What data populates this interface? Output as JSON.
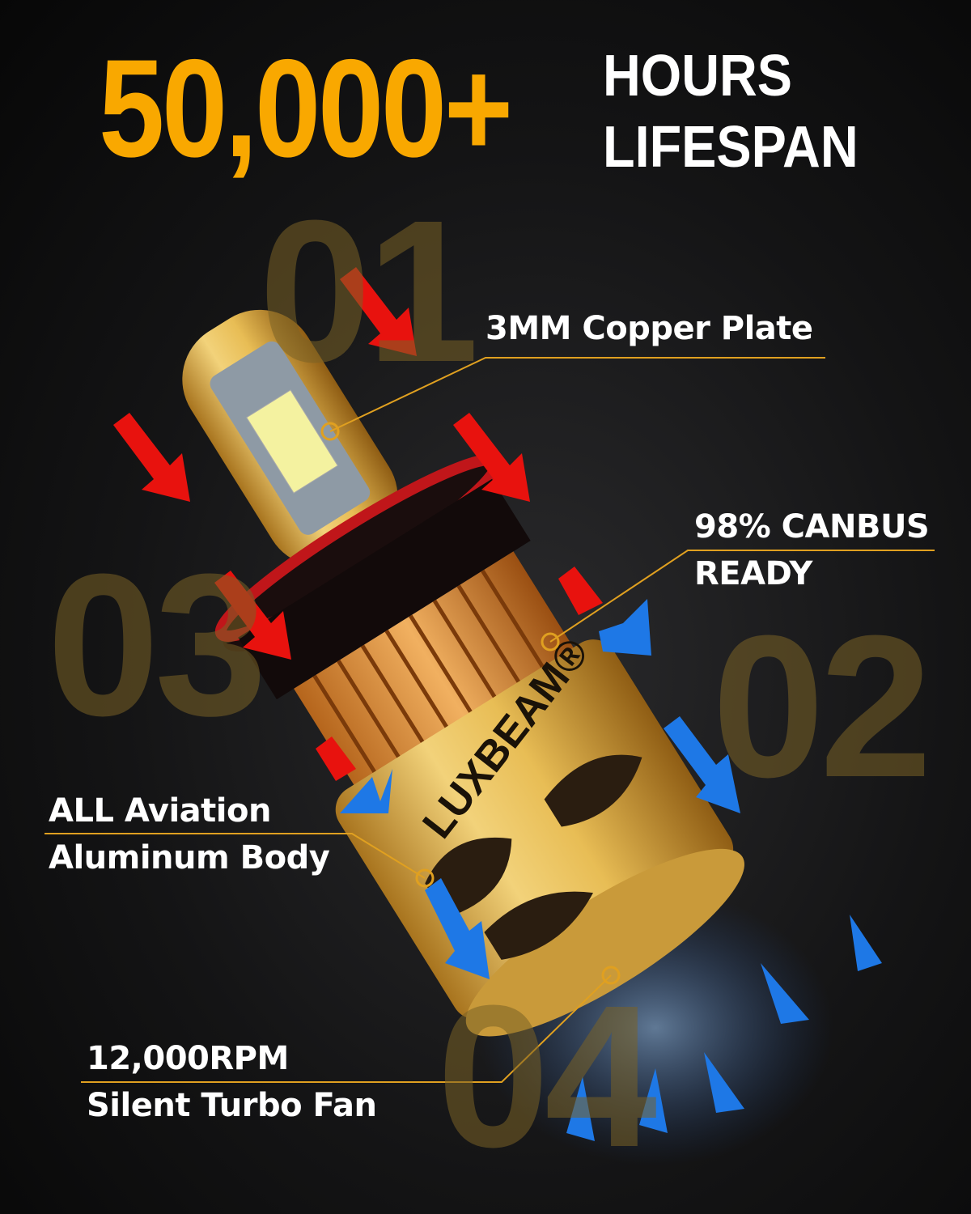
{
  "headline": {
    "number": "50,000+",
    "line1": "HOURS",
    "line2": "LIFESPAN"
  },
  "features": [
    {
      "index": "01",
      "lines": [
        "3MM Copper Plate"
      ]
    },
    {
      "index": "02",
      "lines": [
        "98% CANBUS",
        "READY"
      ]
    },
    {
      "index": "03",
      "lines": [
        "ALL Aviation",
        "Aluminum Body"
      ]
    },
    {
      "index": "04",
      "lines": [
        "12,000RPM",
        "Silent Turbo Fan"
      ]
    }
  ],
  "logo": "LUXBEAM®",
  "colors": {
    "accent": "#f9a800",
    "heat_arrow": "#e8120e",
    "cool_arrow": "#1e78e6",
    "body_gold": "#e3b54a",
    "leader_line": "#e0a020"
  },
  "icons": [
    "heat-arrow-icon",
    "cooling-arrow-icon"
  ]
}
